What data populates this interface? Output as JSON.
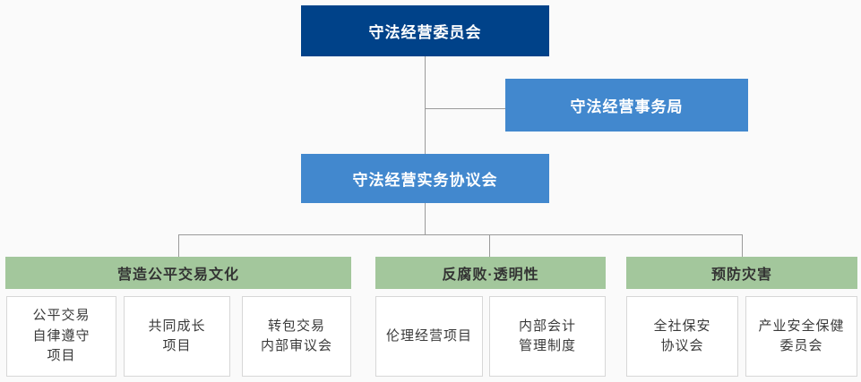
{
  "diagram": {
    "title": "Compliance management organization chart",
    "root": {
      "label": "守法经营委员会"
    },
    "bureau": {
      "label": "守法经营事务局"
    },
    "council": {
      "label": "守法经营实务协议会"
    },
    "groups": [
      {
        "header": "营造公平交易文化",
        "items": [
          "公平交易\n自律遵守\n项目",
          "共同成长\n项目",
          "转包交易\n内部审议会"
        ]
      },
      {
        "header": "反腐败·透明性",
        "items": [
          "伦理经营项目",
          "内部会计\n管理制度"
        ]
      },
      {
        "header": "预防灾害",
        "items": [
          "全社保安\n协议会",
          "产业安全保健\n委员会"
        ]
      }
    ],
    "colors": {
      "root_bg": "#004289",
      "node_bg": "#4288ce",
      "group_header_bg": "#a3c79c",
      "leaf_bg": "#ffffff",
      "leaf_border": "#d7d7d7",
      "connector": "#9a9a9a",
      "text_on_blue": "#ffffff",
      "text_dark": "#333333"
    }
  }
}
